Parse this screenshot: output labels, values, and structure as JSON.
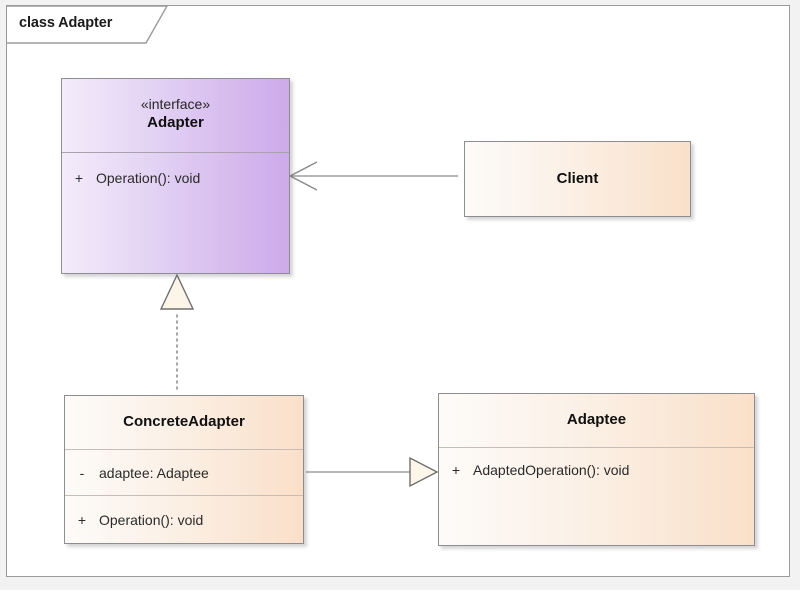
{
  "frame": {
    "tab_label": "class Adapter"
  },
  "classes": {
    "adapter": {
      "stereotype": "«interface»",
      "name": "Adapter",
      "operations": [
        {
          "visibility": "+",
          "signature": "Operation(): void"
        }
      ]
    },
    "client": {
      "name": "Client"
    },
    "concrete_adapter": {
      "name": "ConcreteAdapter",
      "attributes": [
        {
          "visibility": "-",
          "signature": "adaptee: Adaptee"
        }
      ],
      "operations": [
        {
          "visibility": "+",
          "signature": "Operation(): void"
        }
      ]
    },
    "adaptee": {
      "name": "Adaptee",
      "operations": [
        {
          "visibility": "+",
          "signature": "AdaptedOperation(): void"
        }
      ]
    }
  },
  "relationships": {
    "client_to_adapter": {
      "type": "association",
      "from": "Client",
      "to": "Adapter"
    },
    "concreteadapter_to_adapter": {
      "type": "realization",
      "from": "ConcreteAdapter",
      "to": "Adapter"
    },
    "concreteadapter_to_adaptee": {
      "type": "association",
      "from": "ConcreteAdapter",
      "to": "Adaptee"
    }
  },
  "colors": {
    "interface_fill": "#cdaaea",
    "class_fill": "#fae0c9",
    "border": "#8d8d93",
    "connector": "#8a8a8a",
    "frame_border": "#9b9b9b"
  }
}
